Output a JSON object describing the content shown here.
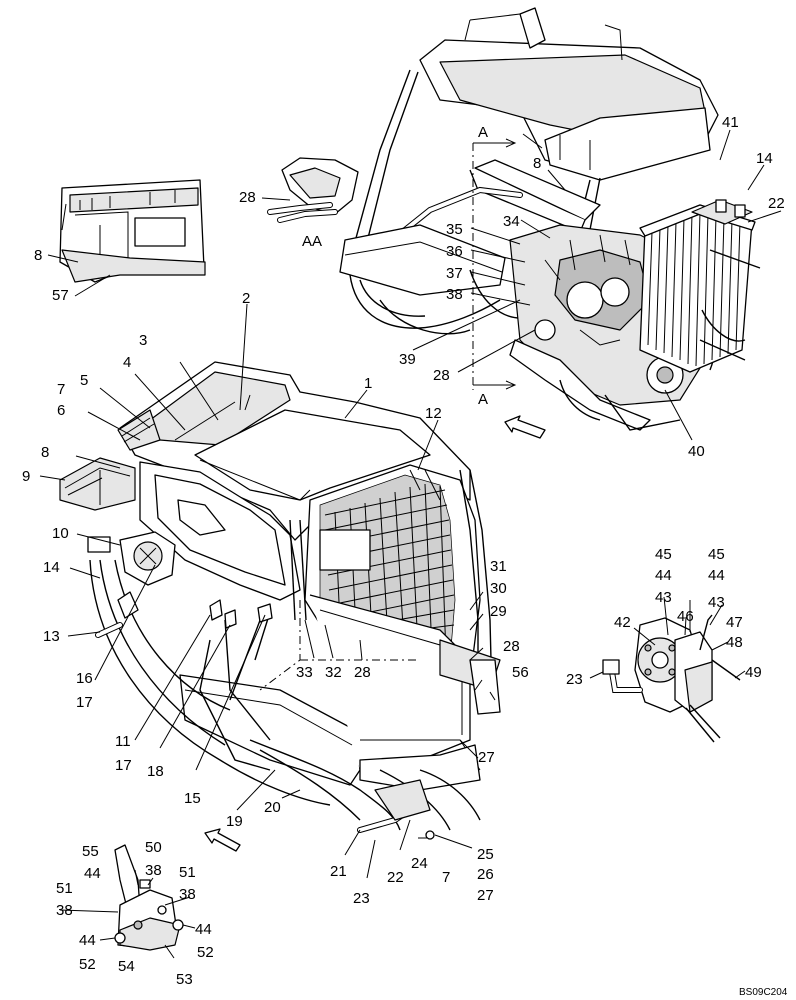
{
  "diagram": {
    "doc_code": "BS09C204",
    "view_markers": {
      "section_A": "A",
      "detail_AA": "AA"
    },
    "callouts": [
      "1",
      "2",
      "3",
      "4",
      "5",
      "6",
      "7",
      "8",
      "9",
      "10",
      "11",
      "12",
      "13",
      "14",
      "15",
      "16",
      "17",
      "18",
      "19",
      "20",
      "21",
      "22",
      "23",
      "24",
      "25",
      "26",
      "27",
      "28",
      "29",
      "30",
      "31",
      "32",
      "33",
      "34",
      "35",
      "36",
      "37",
      "38",
      "39",
      "40",
      "41",
      "42",
      "43",
      "44",
      "45",
      "46",
      "47",
      "48",
      "49",
      "50",
      "51",
      "52",
      "53",
      "54",
      "55",
      "56",
      "57"
    ]
  }
}
